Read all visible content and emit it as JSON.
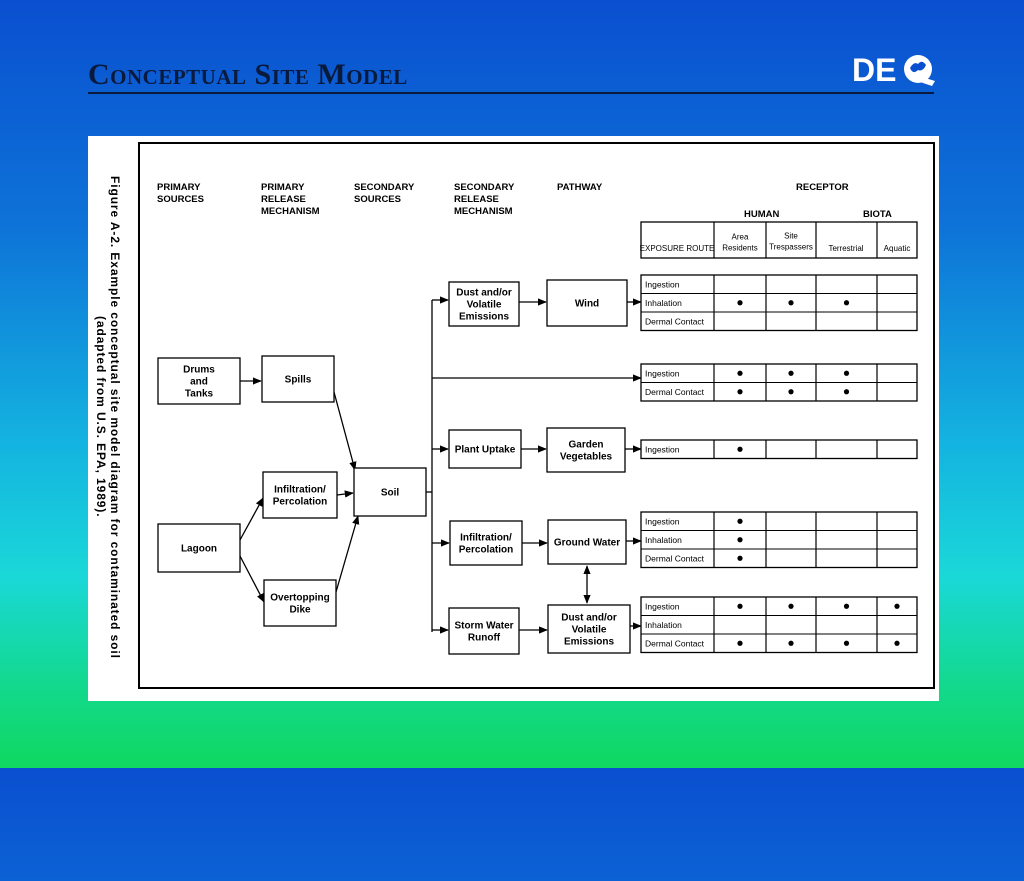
{
  "slide": {
    "title": "Conceptual Site Model",
    "logo_text": "DEQ",
    "colors": {
      "title": "#0a1a3c",
      "bg_top": "#0a4fd0",
      "bg_mid": "#1ad8d8",
      "bg_bottom": "#10d860"
    }
  },
  "figure": {
    "caption_line1": "Figure A-2. Example conceptual site model diagram for contaminated soil",
    "caption_line2": "(adapted from U.S. EPA, 1989).",
    "headers": {
      "primary_sources": [
        "PRIMARY",
        "SOURCES"
      ],
      "primary_release": [
        "PRIMARY",
        "RELEASE",
        "MECHANISM"
      ],
      "secondary_sources": [
        "SECONDARY",
        "SOURCES"
      ],
      "secondary_release": [
        "SECONDARY",
        "RELEASE",
        "MECHANISM"
      ],
      "pathway": "PATHWAY",
      "receptor": "RECEPTOR",
      "human": "HUMAN",
      "biota": "BIOTA"
    },
    "table_header": {
      "exposure_route": "EXPOSURE ROUTE",
      "area_residents": [
        "Area",
        "Residents"
      ],
      "site_trespassers": [
        "Site",
        "Trespassers"
      ],
      "terrestrial": "Terrestrial",
      "aquatic": "Aquatic"
    },
    "boxes": {
      "drums": [
        "Drums",
        "and",
        "Tanks"
      ],
      "lagoon": [
        "Lagoon"
      ],
      "spills": [
        "Spills"
      ],
      "infiltration1": [
        "Infiltration/",
        "Percolation"
      ],
      "overtopping": [
        "Overtopping",
        "Dike"
      ],
      "soil": [
        "Soil"
      ],
      "dust1": [
        "Dust and/or",
        "Volatile",
        "Emissions"
      ],
      "plant": [
        "Plant Uptake"
      ],
      "infiltration2": [
        "Infiltration/",
        "Percolation"
      ],
      "storm": [
        "Storm Water",
        "Runoff"
      ],
      "wind": [
        "Wind"
      ],
      "garden": [
        "Garden",
        "Vegetables"
      ],
      "groundwater": [
        "Ground Water"
      ],
      "dust2": [
        "Dust and/or",
        "Volatile",
        "Emissions"
      ]
    },
    "exposure_groups": [
      {
        "rows": [
          {
            "route": "Ingestion",
            "marks": [
              false,
              false,
              false,
              false
            ]
          },
          {
            "route": "Inhalation",
            "marks": [
              true,
              true,
              true,
              false
            ]
          },
          {
            "route": "Dermal Contact",
            "marks": [
              false,
              false,
              false,
              false
            ]
          }
        ]
      },
      {
        "rows": [
          {
            "route": "Ingestion",
            "marks": [
              true,
              true,
              true,
              false
            ]
          },
          {
            "route": "Dermal Contact",
            "marks": [
              true,
              true,
              true,
              false
            ]
          }
        ]
      },
      {
        "rows": [
          {
            "route": "Ingestion",
            "marks": [
              true,
              false,
              false,
              false
            ]
          }
        ]
      },
      {
        "rows": [
          {
            "route": "Ingestion",
            "marks": [
              true,
              false,
              false,
              false
            ]
          },
          {
            "route": "Inhalation",
            "marks": [
              true,
              false,
              false,
              false
            ]
          },
          {
            "route": "Dermal Contact",
            "marks": [
              true,
              false,
              false,
              false
            ]
          }
        ]
      },
      {
        "rows": [
          {
            "route": "Ingestion",
            "marks": [
              true,
              true,
              true,
              true
            ]
          },
          {
            "route": "Inhalation",
            "marks": [
              false,
              false,
              false,
              false
            ]
          },
          {
            "route": "Dermal Contact",
            "marks": [
              true,
              true,
              true,
              true
            ]
          }
        ]
      }
    ]
  }
}
